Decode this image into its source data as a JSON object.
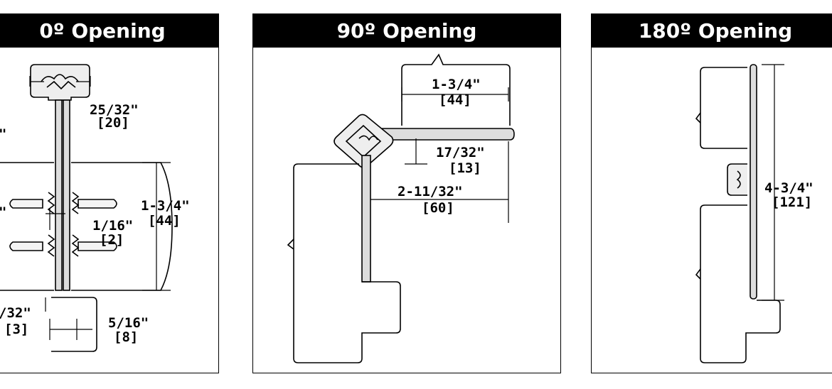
{
  "panels": [
    {
      "title": "0º Opening",
      "labels": [
        "25/32\"",
        "[20]",
        "1-3/4\"",
        "[44]",
        "1/16\"",
        "[2]",
        "/32\"",
        "[3]",
        "5/16\"",
        "[8]",
        "\"",
        "\""
      ]
    },
    {
      "title": "90º Opening",
      "labels": [
        "1-3/4\"",
        "[44]",
        "17/32\"",
        "[13]",
        "2-11/32\"",
        "[60]"
      ]
    },
    {
      "title": "180º Opening",
      "labels": [
        "4-3/4\"",
        "[121]"
      ]
    }
  ]
}
